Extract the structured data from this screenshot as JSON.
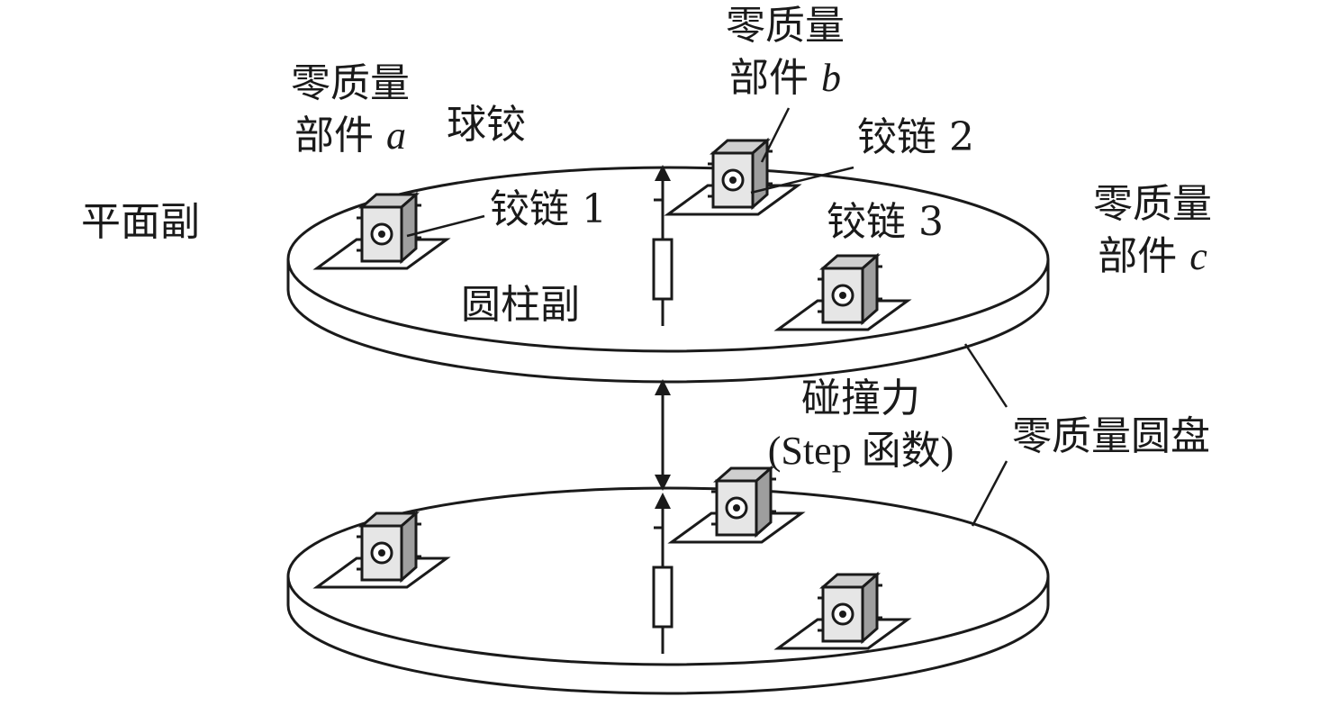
{
  "labels": {
    "part_a": {
      "line1": "零质量",
      "line2": "部件",
      "letter": "a"
    },
    "spherical_joint": "球铰",
    "part_b": {
      "line1": "零质量",
      "line2": "部件",
      "letter": "b"
    },
    "hinge_1": "铰链 1",
    "hinge_2": "铰链 2",
    "hinge_3": "铰链 3",
    "planar_pair": "平面副",
    "part_c": {
      "line1": "零质量",
      "line2": "部件",
      "letter": "c"
    },
    "cylindrical_pair": "圆柱副",
    "collision_force": {
      "line1": "碰撞力",
      "line2": "(Step 函数)"
    },
    "zero_mass_disk": "零质量圆盘"
  },
  "colors": {
    "stroke": "#1a1a1a",
    "disk_fill": "#ffffff",
    "block_fill": "#e6e6e6",
    "block_dark": "#bdbdbd"
  }
}
